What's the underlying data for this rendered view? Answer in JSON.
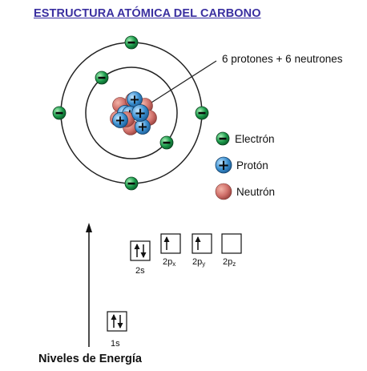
{
  "title": "ESTRUCTURA ATÓMICA DEL CARBONO",
  "nucleus_label": "6 protones + 6 neutrones",
  "legend": {
    "electron": "Electrón",
    "proton": "Protón",
    "neutron": "Neutrón"
  },
  "symbols": {
    "electron": "−",
    "proton": "+"
  },
  "energy_axis_label": "Niveles de Energía",
  "orbitals": [
    {
      "main": "1s",
      "sub": "",
      "electrons": 2
    },
    {
      "main": "2s",
      "sub": "",
      "electrons": 2
    },
    {
      "main": "2p",
      "sub": "x",
      "electrons": 1
    },
    {
      "main": "2p",
      "sub": "y",
      "electrons": 1
    },
    {
      "main": "2p",
      "sub": "z",
      "electrons": 0
    }
  ],
  "colors": {
    "title": "#3a2fa0",
    "electron": "#1a9a4a",
    "proton": "#3a8fd0",
    "neutron": "#d0706a"
  }
}
